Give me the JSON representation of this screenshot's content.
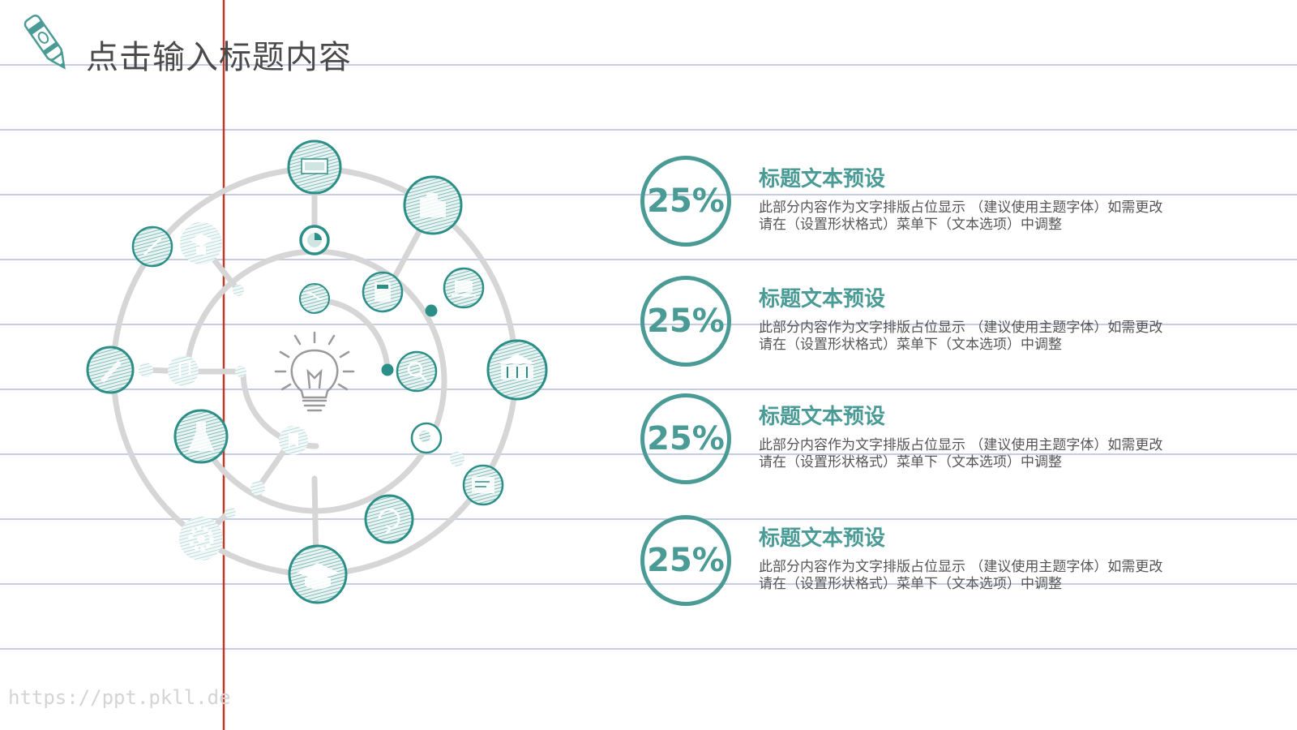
{
  "slide": {
    "title": "点击输入标题内容",
    "watermark": "https://ppt.pkll.de"
  },
  "items": [
    {
      "percent": "25%",
      "heading": "标题文本预设",
      "body": "此部分内容作为文字排版占位显示 （建议使用主题字体）如需更改请在（设置形状格式）菜单下（文本选项）中调整"
    },
    {
      "percent": "25%",
      "heading": "标题文本预设",
      "body": "此部分内容作为文字排版占位显示 （建议使用主题字体）如需更改请在（设置形状格式）菜单下（文本选项）中调整"
    },
    {
      "percent": "25%",
      "heading": "标题文本预设",
      "body": "此部分内容作为文字排版占位显示 （建议使用主题字体）如需更改请在（设置形状格式）菜单下（文本选项）中调整"
    },
    {
      "percent": "25%",
      "heading": "标题文本预设",
      "body": "此部分内容作为文字排版占位显示 （建议使用主题字体）如需更改请在（设置形状格式）菜单下（文本选项）中调整"
    }
  ],
  "colors": {
    "accent": "#4a9b95",
    "paper_line": "#c3cde6",
    "margin_line": "#c0392b",
    "maze_line": "#d5d5d5"
  },
  "icons": [
    "crayon-icon",
    "lightbulb-icon",
    "monitor-icon",
    "pie-chart-icon",
    "building-icon",
    "palette-icon",
    "graduate-icon",
    "globe-icon",
    "calculator-icon",
    "laptop-icon",
    "music-icon",
    "bank-icon",
    "gear-icon",
    "magnifier-icon",
    "certificate-icon",
    "flask-icon",
    "recycle-icon",
    "graduation-cap-icon",
    "pen-icon"
  ]
}
